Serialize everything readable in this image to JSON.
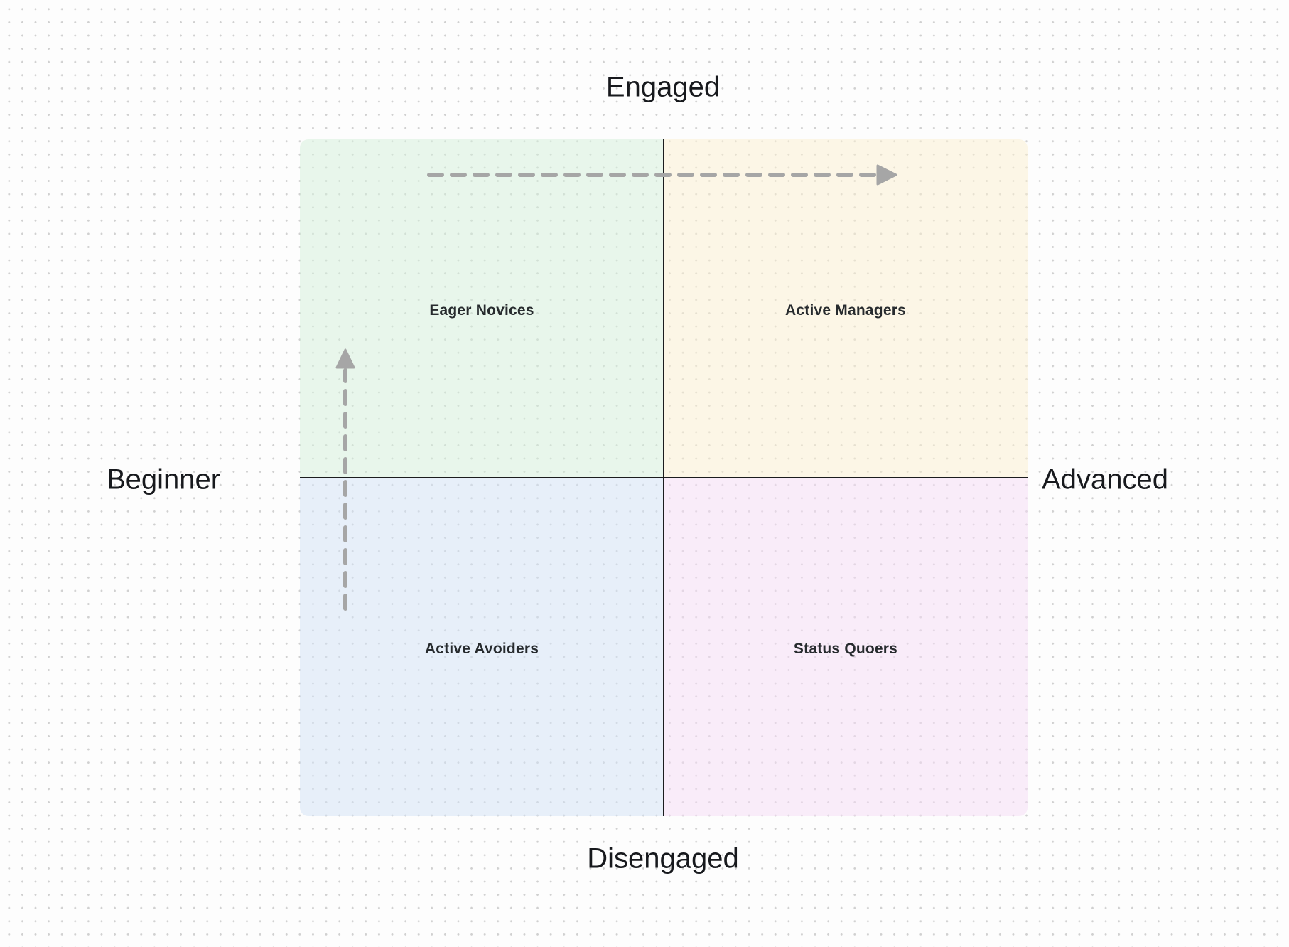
{
  "diagram": {
    "type": "quadrant-matrix",
    "axes": {
      "top": "Engaged",
      "bottom": "Disengaged",
      "left": "Beginner",
      "right": "Advanced"
    },
    "quadrants": [
      {
        "position": "top-left",
        "label": "Eager Novices",
        "fill": "rgba(211,239,217,0.5)"
      },
      {
        "position": "top-right",
        "label": "Active Managers",
        "fill": "rgba(251,239,207,0.5)"
      },
      {
        "position": "bottom-left",
        "label": "Active Avoiders",
        "fill": "rgba(209,225,245,0.5)"
      },
      {
        "position": "bottom-right",
        "label": "Status Quoers",
        "fill": "rgba(245,219,245,0.5)"
      }
    ],
    "arrows": [
      {
        "name": "progression-arrow-horizontal",
        "direction": "right",
        "style": "dashed"
      },
      {
        "name": "progression-arrow-vertical",
        "direction": "up",
        "style": "dashed"
      }
    ],
    "colors": {
      "background": "#fdfdfd",
      "dot": "#d0d0d0",
      "axis_line": "#1b1c1e",
      "arrow": "#a6a6a6",
      "axis_text": "#17191d",
      "quad_text": "#272b2e"
    }
  }
}
